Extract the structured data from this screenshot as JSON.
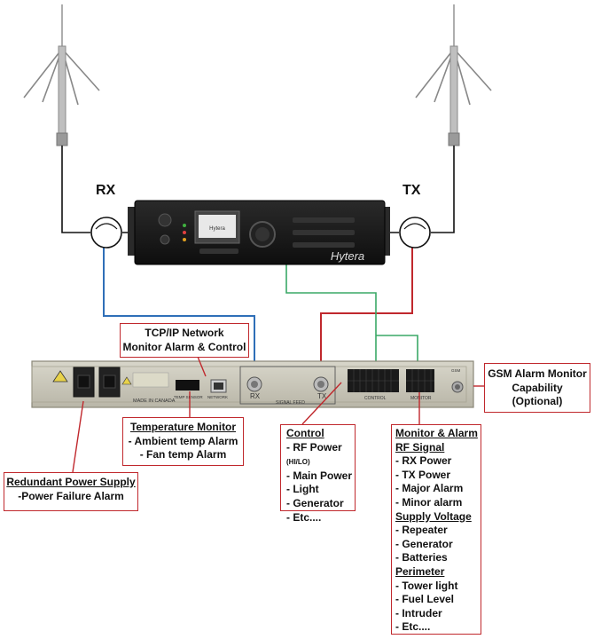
{
  "antenna_labels": {
    "rx": "RX",
    "tx": "TX"
  },
  "repeater": {
    "brand": "Hytera",
    "screen_text": "Hytera"
  },
  "panel": {
    "made_in": "MADE IN CANADA",
    "temp_sensor": "TEMP SENSOR",
    "network": "NETWORK",
    "signal_feed": "SIGNAL FEED",
    "rx": "RX",
    "tx": "TX",
    "control": "CONTROL",
    "monitor": "MONITOR",
    "gsm": "GSM"
  },
  "callouts": {
    "network": {
      "line1": "TCP/IP Network",
      "line2": "Monitor Alarm & Control"
    },
    "gsm": {
      "line1": "GSM Alarm Monitor",
      "line2": "Capability",
      "line3": "(Optional)"
    },
    "temperature": {
      "title": "Temperature Monitor",
      "items": [
        "- Ambient temp Alarm",
        "- Fan temp Alarm"
      ]
    },
    "power": {
      "title": "Redundant Power Supply",
      "item": "-Power Failure Alarm"
    },
    "control": {
      "title": "Control",
      "rf_power": "- RF Power",
      "rf_power_note": "(HI/LO)",
      "items": [
        "- Main Power",
        "- Light",
        "- Generator",
        "- Etc...."
      ]
    },
    "monitor": {
      "title": "Monitor & Alarm",
      "groups": [
        {
          "heading": "RF Signal",
          "items": [
            "- RX Power",
            "- TX Power",
            "- Major Alarm",
            "- Minor alarm"
          ]
        },
        {
          "heading": "Supply Voltage",
          "items": [
            "- Repeater",
            "- Generator",
            "- Batteries"
          ]
        },
        {
          "heading": "Perimeter",
          "items": [
            "- Tower light",
            "- Fuel Level",
            "- Intruder",
            "- Etc...."
          ]
        }
      ]
    }
  },
  "colors": {
    "callout_border": "#c0282d",
    "rx_cable": "#2f6fb8",
    "tx_cable": "#c0282d",
    "control_cable": "#3aa867",
    "panel": "#c9c6b8",
    "repeater": "#1c1c1c"
  }
}
